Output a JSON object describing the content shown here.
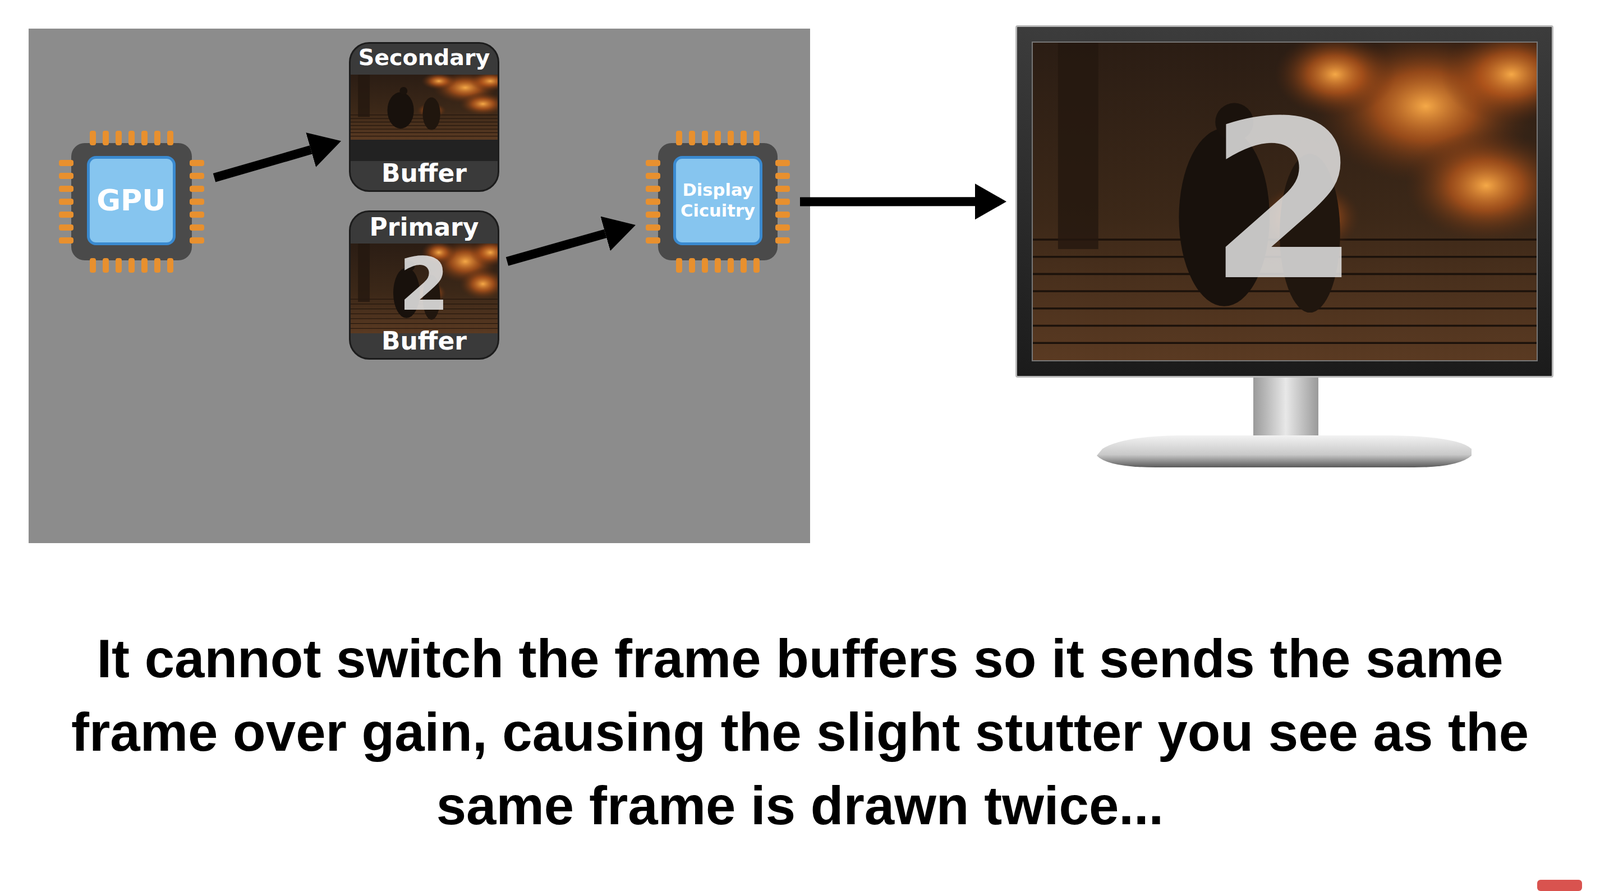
{
  "diagram": {
    "caption": "It cannot switch the frame buffers so it sends the same frame over gain, causing the slight stutter you see as the same frame is drawn twice...",
    "nodes": [
      {
        "text": [
          "GPU"
        ]
      },
      {
        "text": [
          "Secondary",
          "Buffer"
        ]
      },
      {
        "text": [
          "Primary",
          "2",
          "Buffer"
        ]
      },
      {
        "text": [
          "Display Cicuitry"
        ]
      },
      {
        "text": [
          "2"
        ]
      }
    ],
    "edges": [
      {
        "from": 0,
        "to": 1,
        "arrow": "to"
      },
      {
        "from": 2,
        "to": 3,
        "arrow": "to"
      },
      {
        "from": 3,
        "to": 4,
        "arrow": "to"
      }
    ]
  }
}
